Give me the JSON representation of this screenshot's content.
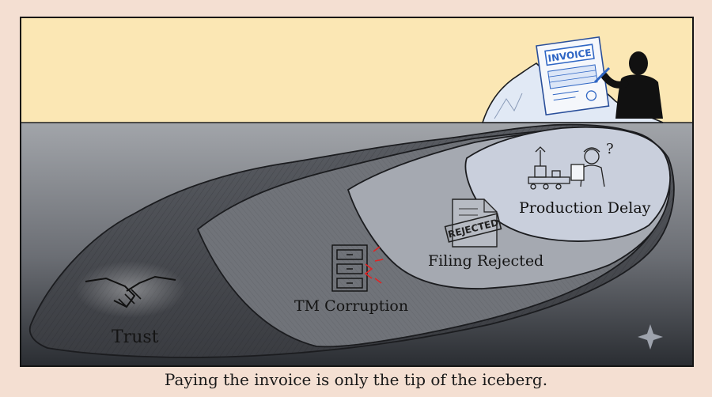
{
  "iceberg": {
    "tip_label": "INVOICE",
    "levels": [
      {
        "label": "Production Delay"
      },
      {
        "label": "Filing Rejected",
        "stamp": "REJECTED"
      },
      {
        "label": "TM Corruption"
      },
      {
        "label": "Trust"
      }
    ]
  },
  "caption": "Paying the invoice is only the tip of the iceberg.",
  "colors": {
    "sky": "#fbe7b4",
    "water_top": "#9ea1a6",
    "water_bottom": "#2b2e33",
    "ice_tip": "#dfe8f4",
    "ice_layer1": "#c8cedb",
    "ice_layer2": "#a2a6ae",
    "ice_layer3": "#6d7077",
    "ice_deep": "#4a4c52",
    "accent_blue": "#2f66c4",
    "accent_red": "#e02424"
  },
  "icons": [
    "invoice-icon",
    "person-silhouette-icon",
    "conveyor-machine-icon",
    "worker-icon",
    "rejected-document-icon",
    "file-cabinet-icon",
    "handshake-icon",
    "sparkle-icon"
  ]
}
